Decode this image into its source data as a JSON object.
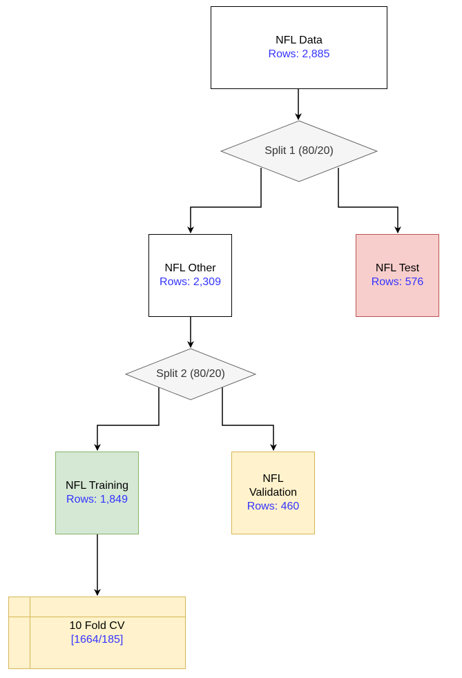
{
  "nodes": {
    "nfl_data": {
      "title": "NFL Data",
      "rows": "Rows: 2,885"
    },
    "split1": {
      "label": "Split 1 (80/20)"
    },
    "nfl_other": {
      "title": "NFL Other",
      "rows": "Rows: 2,309"
    },
    "nfl_test": {
      "title": "NFL Test",
      "rows": "Rows: 576"
    },
    "split2": {
      "label": "Split 2 (80/20)"
    },
    "nfl_training": {
      "title": "NFL Training",
      "rows": "Rows: 1,849"
    },
    "nfl_validation": {
      "title_line1": "NFL",
      "title_line2": "Validation",
      "rows": "Rows: 460"
    },
    "cv": {
      "title": "10 Fold CV",
      "split": "[1664/185]"
    }
  },
  "colors": {
    "row_count_text": "#3333ff",
    "test_fill": "#f8cecc",
    "test_stroke": "#b85450",
    "training_fill": "#d5e8d4",
    "training_stroke": "#82b366",
    "validation_fill": "#fff2cc",
    "validation_stroke": "#d6b656",
    "diamond_fill": "#f5f5f5",
    "diamond_stroke": "#666666"
  }
}
